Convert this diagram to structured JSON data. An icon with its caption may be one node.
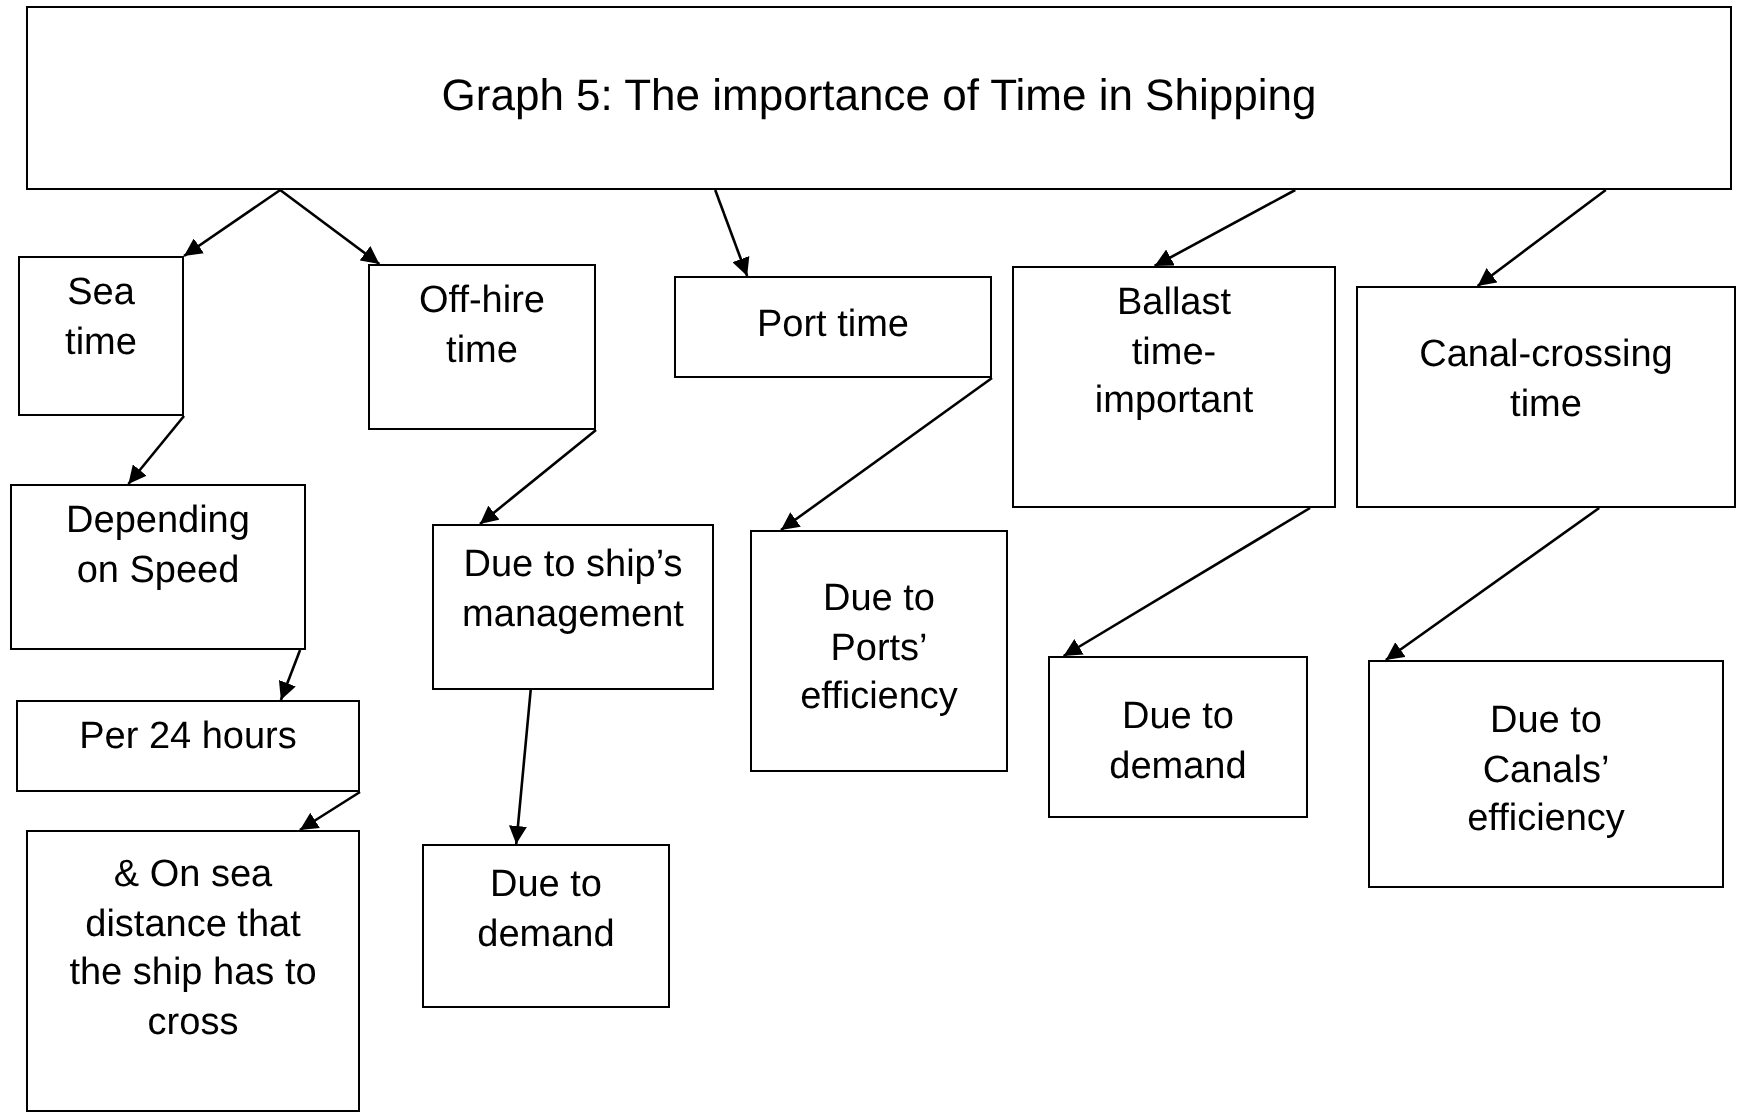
{
  "diagram": {
    "nodes": [
      {
        "text": [
          "Graph 5: The importance of Time in Shipping"
        ]
      },
      {
        "text": [
          "Sea time"
        ]
      },
      {
        "text": [
          "Off-hire time"
        ]
      },
      {
        "text": [
          "Port time"
        ]
      },
      {
        "text": [
          "Ballast time-important"
        ]
      },
      {
        "text": [
          "Canal-crossing time"
        ]
      },
      {
        "text": [
          "Depending on Speed"
        ]
      },
      {
        "text": [
          "Due to ship’s management"
        ]
      },
      {
        "text": [
          "Due to Ports’ efficiency"
        ]
      },
      {
        "text": [
          "Due to demand"
        ]
      },
      {
        "text": [
          "Due to Canals’ efficiency"
        ]
      },
      {
        "text": [
          "Per 24 hours"
        ]
      },
      {
        "text": [
          "Due to demand"
        ]
      },
      {
        "text": [
          "& On sea distance that the ship has to cross"
        ]
      }
    ],
    "edges": [
      {
        "from": 0,
        "to": 1,
        "arrow": "to"
      },
      {
        "from": 0,
        "to": 2,
        "arrow": "to"
      },
      {
        "from": 0,
        "to": 3,
        "arrow": "to"
      },
      {
        "from": 0,
        "to": 4,
        "arrow": "to"
      },
      {
        "from": 0,
        "to": 5,
        "arrow": "to"
      },
      {
        "from": 1,
        "to": 6,
        "arrow": "to"
      },
      {
        "from": 2,
        "to": 7,
        "arrow": "to"
      },
      {
        "from": 3,
        "to": 8,
        "arrow": "to"
      },
      {
        "from": 4,
        "to": 9,
        "arrow": "to"
      },
      {
        "from": 5,
        "to": 10,
        "arrow": "to"
      },
      {
        "from": 6,
        "to": 11,
        "arrow": "to"
      },
      {
        "from": 7,
        "to": 12,
        "arrow": "to"
      },
      {
        "from": 11,
        "to": 13,
        "arrow": "to"
      }
    ]
  }
}
